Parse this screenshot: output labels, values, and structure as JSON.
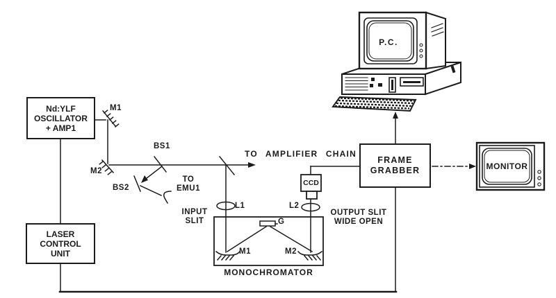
{
  "colors": {
    "ink": "#1b1b1b",
    "background": "#ffffff"
  },
  "boxes": {
    "oscillator": {
      "lines": [
        "Nd:YLF",
        "OSCILLATOR",
        "+ AMP1"
      ]
    },
    "laser_control_unit": {
      "lines": [
        "LASER",
        "CONTROL",
        "UNIT"
      ]
    },
    "frame_grabber": {
      "lines": [
        "FRAME",
        "GRABBER"
      ]
    },
    "ccd": {
      "label": "CCD"
    },
    "monochromator": {
      "label": "MONOCHROMATOR"
    }
  },
  "devices": {
    "pc": {
      "label": "P.C."
    },
    "monitor": {
      "label": "MONITOR"
    }
  },
  "optics": {
    "mirror_m1": "M1",
    "mirror_m2": "M2",
    "beamsplitter_1": "BS1",
    "beamsplitter_2": "BS2",
    "lens_l1": "L1",
    "lens_l2": "L2",
    "grating": "G",
    "mono_mirror_m1": "M1",
    "mono_mirror_m2": "M2"
  },
  "annotations": {
    "to_amplifier_chain": "TO AMPLIFIER CHAIN",
    "to_emu1": {
      "line1": "TO",
      "line2": "EMU1"
    },
    "input_slit": {
      "line1": "INPUT",
      "line2": "SLIT"
    },
    "output_slit": {
      "line1": "OUTPUT SLIT",
      "line2": "WIDE OPEN"
    }
  }
}
